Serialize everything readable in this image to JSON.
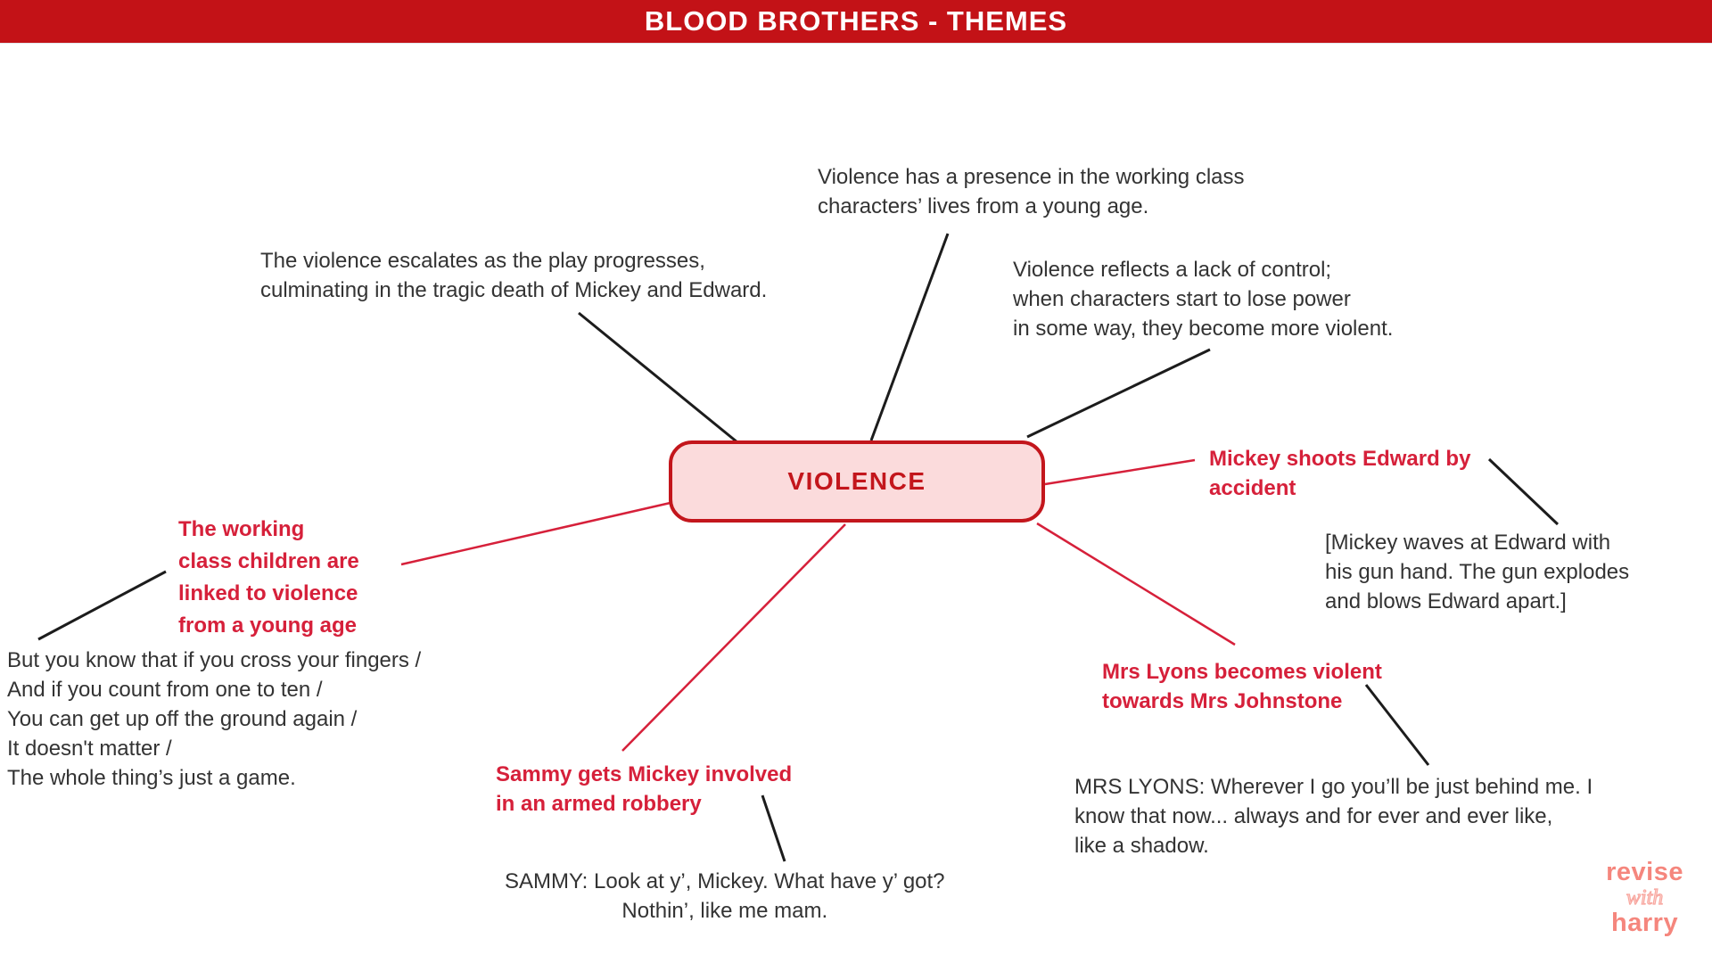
{
  "header": {
    "title": "BLOOD BROTHERS - THEMES"
  },
  "mindmap": {
    "center": {
      "label": "VIOLENCE"
    },
    "analysis_notes": {
      "presence": {
        "text": "Violence has a presence in the working class\ncharacters’ lives from a young age."
      },
      "escalates": {
        "text": "The violence escalates as the play progresses,\nculminating in the tragic death of Mickey and Edward."
      },
      "control": {
        "text": "Violence reflects a lack of control;\nwhen characters start to lose power\nin some way, they become more violent."
      }
    },
    "branches": {
      "mickey_shoots": {
        "label": "Mickey shoots Edward by\naccident",
        "quote": "[Mickey waves at Edward with\nhis gun hand. The gun explodes\nand blows Edward apart.]"
      },
      "mrs_lyons": {
        "label": "Mrs Lyons becomes violent\ntowards Mrs Johnstone",
        "quote": "MRS LYONS: Wherever I go you’ll be just behind me. I\nknow that now... always and for ever and ever like,\nlike a shadow."
      },
      "sammy": {
        "label": "Sammy gets Mickey involved\nin an armed robbery",
        "quote": "SAMMY: Look at y’, Mickey. What have y’ got?\nNothin’, like me mam."
      },
      "working_class": {
        "label": "The working\nclass children are\nlinked to violence\nfrom a young age",
        "quote": "But you know that if you cross your fingers /\nAnd if you count from one to ten /\nYou can get up off the ground again /\nIt doesn't matter /\nThe whole thing’s just a game."
      }
    }
  },
  "logo": {
    "word1": "revise",
    "word2": "with",
    "word3": "harry"
  },
  "colors": {
    "banner_red": "#c31217",
    "accent_red": "#d6203a",
    "node_border_red": "#c3161c",
    "node_fill_pink": "#fbdbdc",
    "wire_black": "#1c1c1c",
    "text_dark": "#333333",
    "logo_salmon": "#f5867d"
  }
}
